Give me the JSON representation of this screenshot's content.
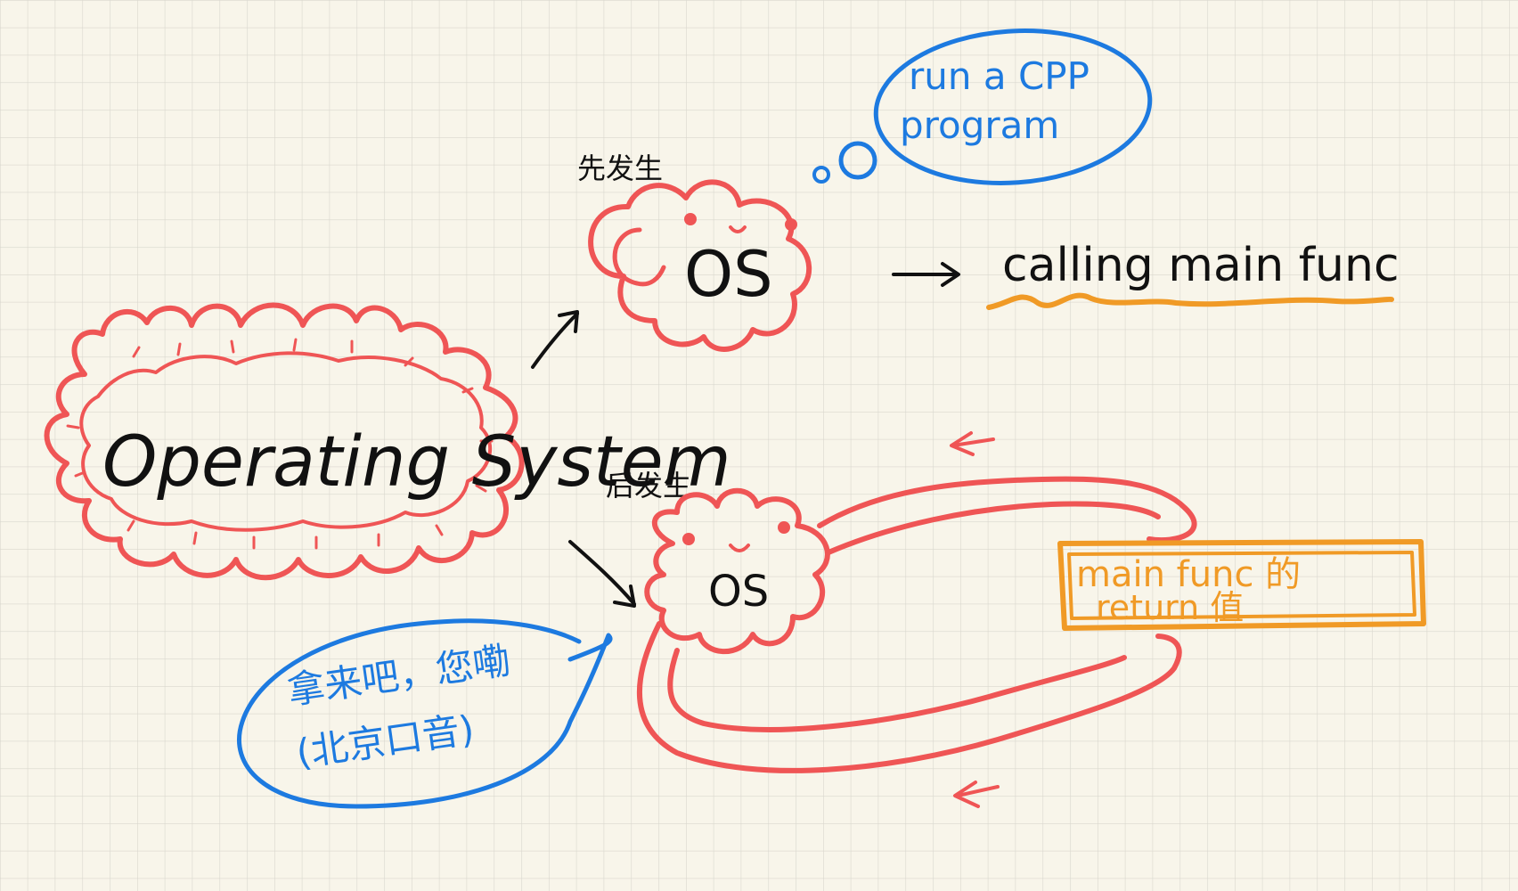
{
  "nodes": {
    "main_cloud": {
      "label": "Operating System"
    },
    "top_os": {
      "label": "OS",
      "caption": "先发生"
    },
    "bottom_os": {
      "label": "OS",
      "caption": "后发生"
    }
  },
  "thought_bubble": {
    "line1": "run a CPP",
    "line2": "program"
  },
  "action_text": "calling main func",
  "return_box": {
    "line1": "main func 的",
    "line2": "return 值"
  },
  "speech_bubble": {
    "line1": "拿来吧，您嘞",
    "line2": "(北京口音)"
  },
  "colors": {
    "paper": "#f8f5ea",
    "grid": "#d9d7ce",
    "red": "#ef5555",
    "blue": "#1d7ae0",
    "orange": "#f09a26",
    "ink": "#111111"
  }
}
